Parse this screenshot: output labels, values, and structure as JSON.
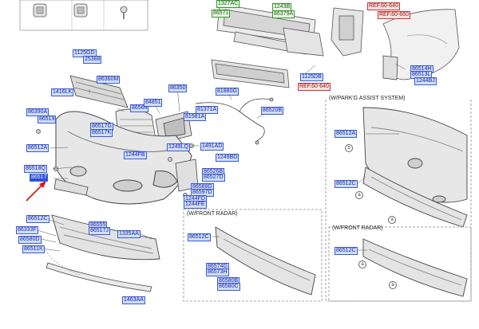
{
  "section_titles": {
    "park_assist": "(W/PARK'G ASSIST SYSTEM)",
    "front_radar_a": "(W/FRONT RADAR)",
    "front_radar_b": "(W/FRONT RADAR)"
  },
  "callouts": {
    "a": "a",
    "b": "b"
  },
  "labels": {
    "p1327AC": "1327AC",
    "p86571": "86571",
    "p1243B": "1243B",
    "p86379A": "86379A",
    "ref_640_top": "REF.60-640",
    "ref_660": "REF.60-660",
    "p1125GD": "1125GD",
    "p25388": "25388",
    "p86360M": "86360M",
    "p1416LK": "1416LK",
    "p86390A": "86390A",
    "p86519": "86519",
    "p86517G": "86517G",
    "p86517K": "86517K",
    "p86512A_l": "86512A",
    "p86518Q": "86518Q",
    "p86517_sel": "86517",
    "p86512C_l": "86512C",
    "p86333F": "86333F",
    "p86580D": "86580D",
    "p86511K": "86511K",
    "p86555": "86555",
    "p86517J": "86517J",
    "p1335AA": "1335AA",
    "p1463AA": "1463AA",
    "p86350": "86350",
    "p86564": "86564",
    "p84851": "84851",
    "p81880G": "81880G",
    "p81371A": "81371A",
    "p81581A": "81581A",
    "p1244FB": "1244FB",
    "p1249LQ": "1249LQ",
    "p1491AD": "1491AD",
    "p1249BD": "1249BD",
    "p86520B": "86520B",
    "p86526B": "86526B",
    "p86527D": "86527D",
    "p86588D": "86588D",
    "p86597D": "86597D",
    "p1244FD": "1244FD",
    "p1244FE": "1244FE",
    "p1125DB": "1125DB",
    "ref_640_mid": "REF.60-640",
    "p86514H": "86514H",
    "p86513L": "86513L",
    "p1244BJ": "1244BJ",
    "p86512A_r": "86512A",
    "p86512C_r": "86512C",
    "p86512C_fr1": "86512C",
    "p86574G": "86574G",
    "p86573H": "86573H",
    "p86580B": "86580B",
    "p86580C": "86580C",
    "p86512C_fr2": "86512C"
  }
}
